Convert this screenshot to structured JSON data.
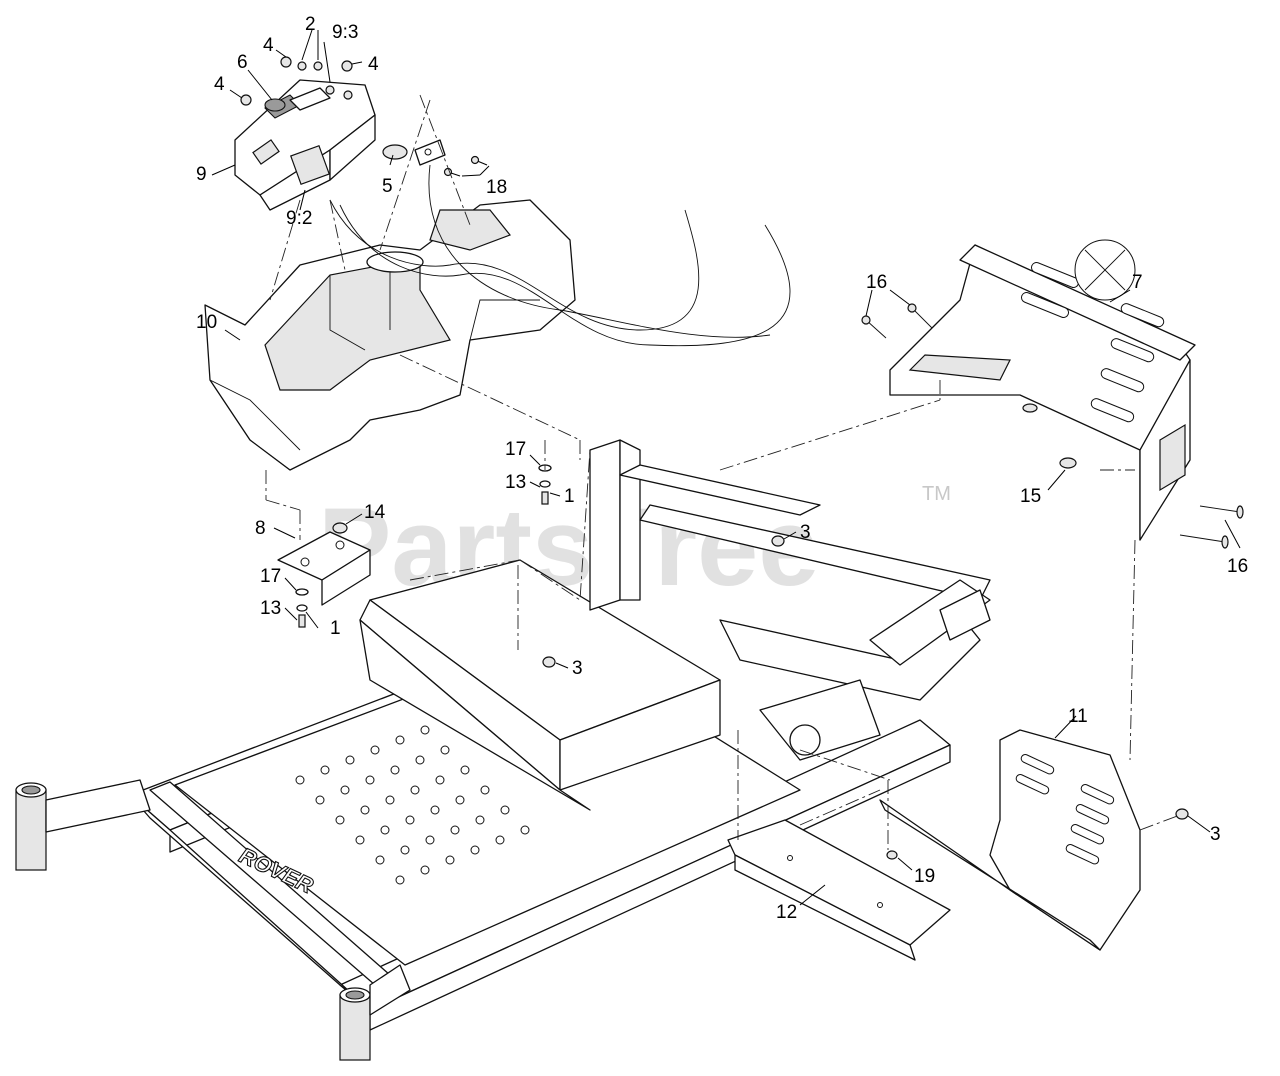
{
  "watermark": {
    "brand": "PartsTree",
    "trademark": "TM"
  },
  "frame_logo_text": "ROVER",
  "callouts": {
    "c2": "2",
    "c9_3": "9:3",
    "c4a": "4",
    "c4b": "4",
    "c4c": "4",
    "c6": "6",
    "c9": "9",
    "c9_2": "9:2",
    "c5": "5",
    "c18": "18",
    "c10": "10",
    "c7": "7",
    "c16a": "16",
    "c16b": "16",
    "c15": "15",
    "c17a": "17",
    "c13a": "13",
    "c1a": "1",
    "c3a": "3",
    "c8": "8",
    "c14": "14",
    "c17b": "17",
    "c13b": "13",
    "c1b": "1",
    "c3b": "3",
    "c11": "11",
    "c3c": "3",
    "c19": "19",
    "c12": "12"
  }
}
